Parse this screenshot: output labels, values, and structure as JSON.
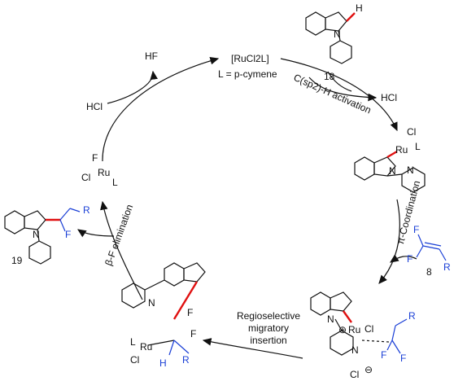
{
  "catalyst": {
    "formula": "[RuCl2L]",
    "ligand_def": "L = p-cymene"
  },
  "steps": {
    "ch_activation": "C(sp2)-H activation",
    "pi_coordination": "π-Coordination",
    "insertion_line1": "Regioselective",
    "insertion_line2": "migratory",
    "insertion_line3": "insertion",
    "beta_f_elimination": "β-F elimination"
  },
  "byproducts": {
    "hcl_out": "HCl",
    "hcl_in": "HCl",
    "hf_out": "HF"
  },
  "compounds": {
    "substrate": "18",
    "alkene": "8",
    "product": "19"
  },
  "atoms": {
    "H": "H",
    "N": "N",
    "Ru": "Ru",
    "Cl": "Cl",
    "L": "L",
    "F": "F",
    "R": "R",
    "plus": "⊕",
    "minus": "⊖"
  }
}
